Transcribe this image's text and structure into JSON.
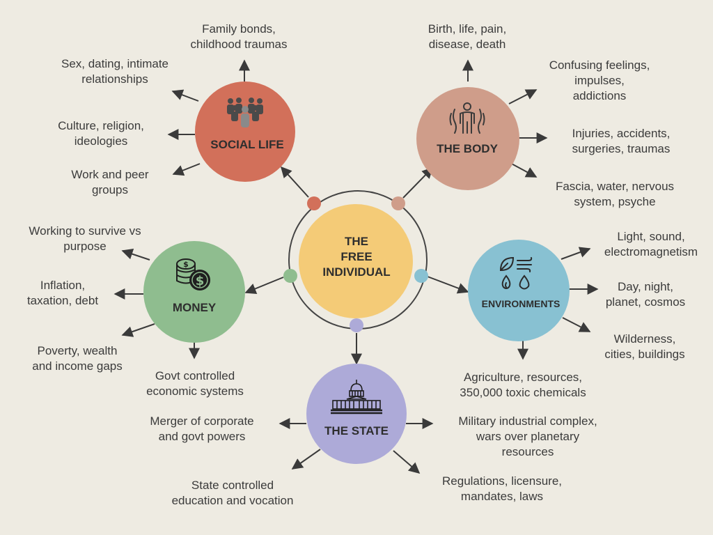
{
  "colors": {
    "background": "#eeebe2",
    "social_life": "#d2705a",
    "the_body": "#cf9d8a",
    "money": "#8fbd8f",
    "environments": "#88c1d2",
    "the_state": "#adaad8",
    "center": "#f4cb77",
    "arrow": "#3a3a3a"
  },
  "center": {
    "title_lines": [
      "THE",
      "FREE",
      "INDIVIDUAL"
    ]
  },
  "nodes": {
    "social_life": {
      "title": "SOCIAL LIFE",
      "icon": "people-group-icon",
      "labels": [
        [
          "Family bonds,",
          "childhood traumas"
        ],
        [
          "Sex, dating, intimate",
          "relationships"
        ],
        [
          "Culture, religion,",
          "ideologies"
        ],
        [
          "Work and peer",
          "groups"
        ]
      ]
    },
    "the_body": {
      "title": "THE BODY",
      "icon": "human-body-icon",
      "labels": [
        [
          "Birth, life, pain,",
          "disease, death"
        ],
        [
          "Confusing feelings,",
          "impulses,",
          "addictions"
        ],
        [
          "Injuries, accidents,",
          "surgeries, traumas"
        ],
        [
          "Fascia, water, nervous",
          "system, psyche"
        ]
      ]
    },
    "money": {
      "title": "MONEY",
      "icon": "coins-icon",
      "labels": [
        [
          "Working to survive vs",
          "purpose"
        ],
        [
          "Inflation,",
          "taxation, debt"
        ],
        [
          "Poverty, wealth",
          "and income gaps"
        ],
        [
          "Govt controlled",
          "economic systems"
        ]
      ]
    },
    "environments": {
      "title": "ENVIRONMENTS",
      "icon": "elements-icon",
      "labels": [
        [
          "Light, sound,",
          "electromagnetism"
        ],
        [
          "Day, night,",
          "planet, cosmos"
        ],
        [
          "Wilderness,",
          "cities, buildings"
        ],
        [
          "Agriculture, resources,",
          "350,000 toxic chemicals"
        ]
      ]
    },
    "the_state": {
      "title": "THE STATE",
      "icon": "capitol-building-icon",
      "labels": [
        [
          "Merger of corporate",
          "and govt powers"
        ],
        [
          "Military industrial complex,",
          "wars over planetary",
          "resources"
        ],
        [
          "State controlled",
          "education and vocation"
        ],
        [
          "Regulations, licensure,",
          "mandates, laws"
        ]
      ]
    }
  }
}
